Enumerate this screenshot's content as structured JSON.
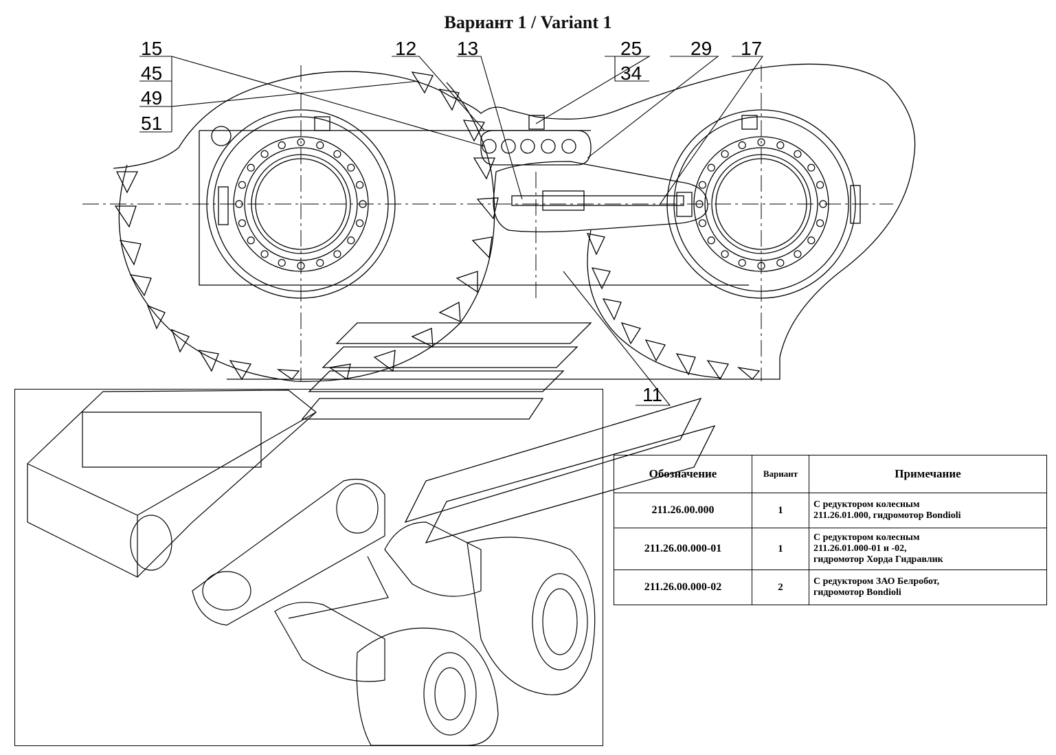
{
  "title": "Вариант 1 / Variant 1",
  "callouts": [
    {
      "id": "15",
      "text": "15"
    },
    {
      "id": "45",
      "text": "45"
    },
    {
      "id": "49",
      "text": "49"
    },
    {
      "id": "51",
      "text": "51"
    },
    {
      "id": "12",
      "text": "12"
    },
    {
      "id": "13",
      "text": "13"
    },
    {
      "id": "25",
      "text": "25"
    },
    {
      "id": "34",
      "text": "34"
    },
    {
      "id": "29",
      "text": "29"
    },
    {
      "id": "17",
      "text": "17"
    },
    {
      "id": "11",
      "text": "11"
    }
  ],
  "table": {
    "headers": {
      "designation": "Обозначение",
      "variant": "Вариант",
      "note": "Примечание"
    },
    "rows": [
      {
        "designation": "211.26.00.000",
        "variant": "1",
        "note_lines": [
          "С редуктором колесным",
          "211.26.01.000, гидромотор Bondioli"
        ]
      },
      {
        "designation": "211.26.00.000-01",
        "variant": "1",
        "note_lines": [
          "С редуктором колесным",
          "211.26.01.000-01 и -02,",
          "гидромотор Хорда Гидравлик"
        ]
      },
      {
        "designation": "211.26.00.000-02",
        "variant": "2",
        "note_lines": [
          "С редуктором ЗАО Белробот,",
          "гидромотор Bondioli"
        ]
      }
    ]
  }
}
